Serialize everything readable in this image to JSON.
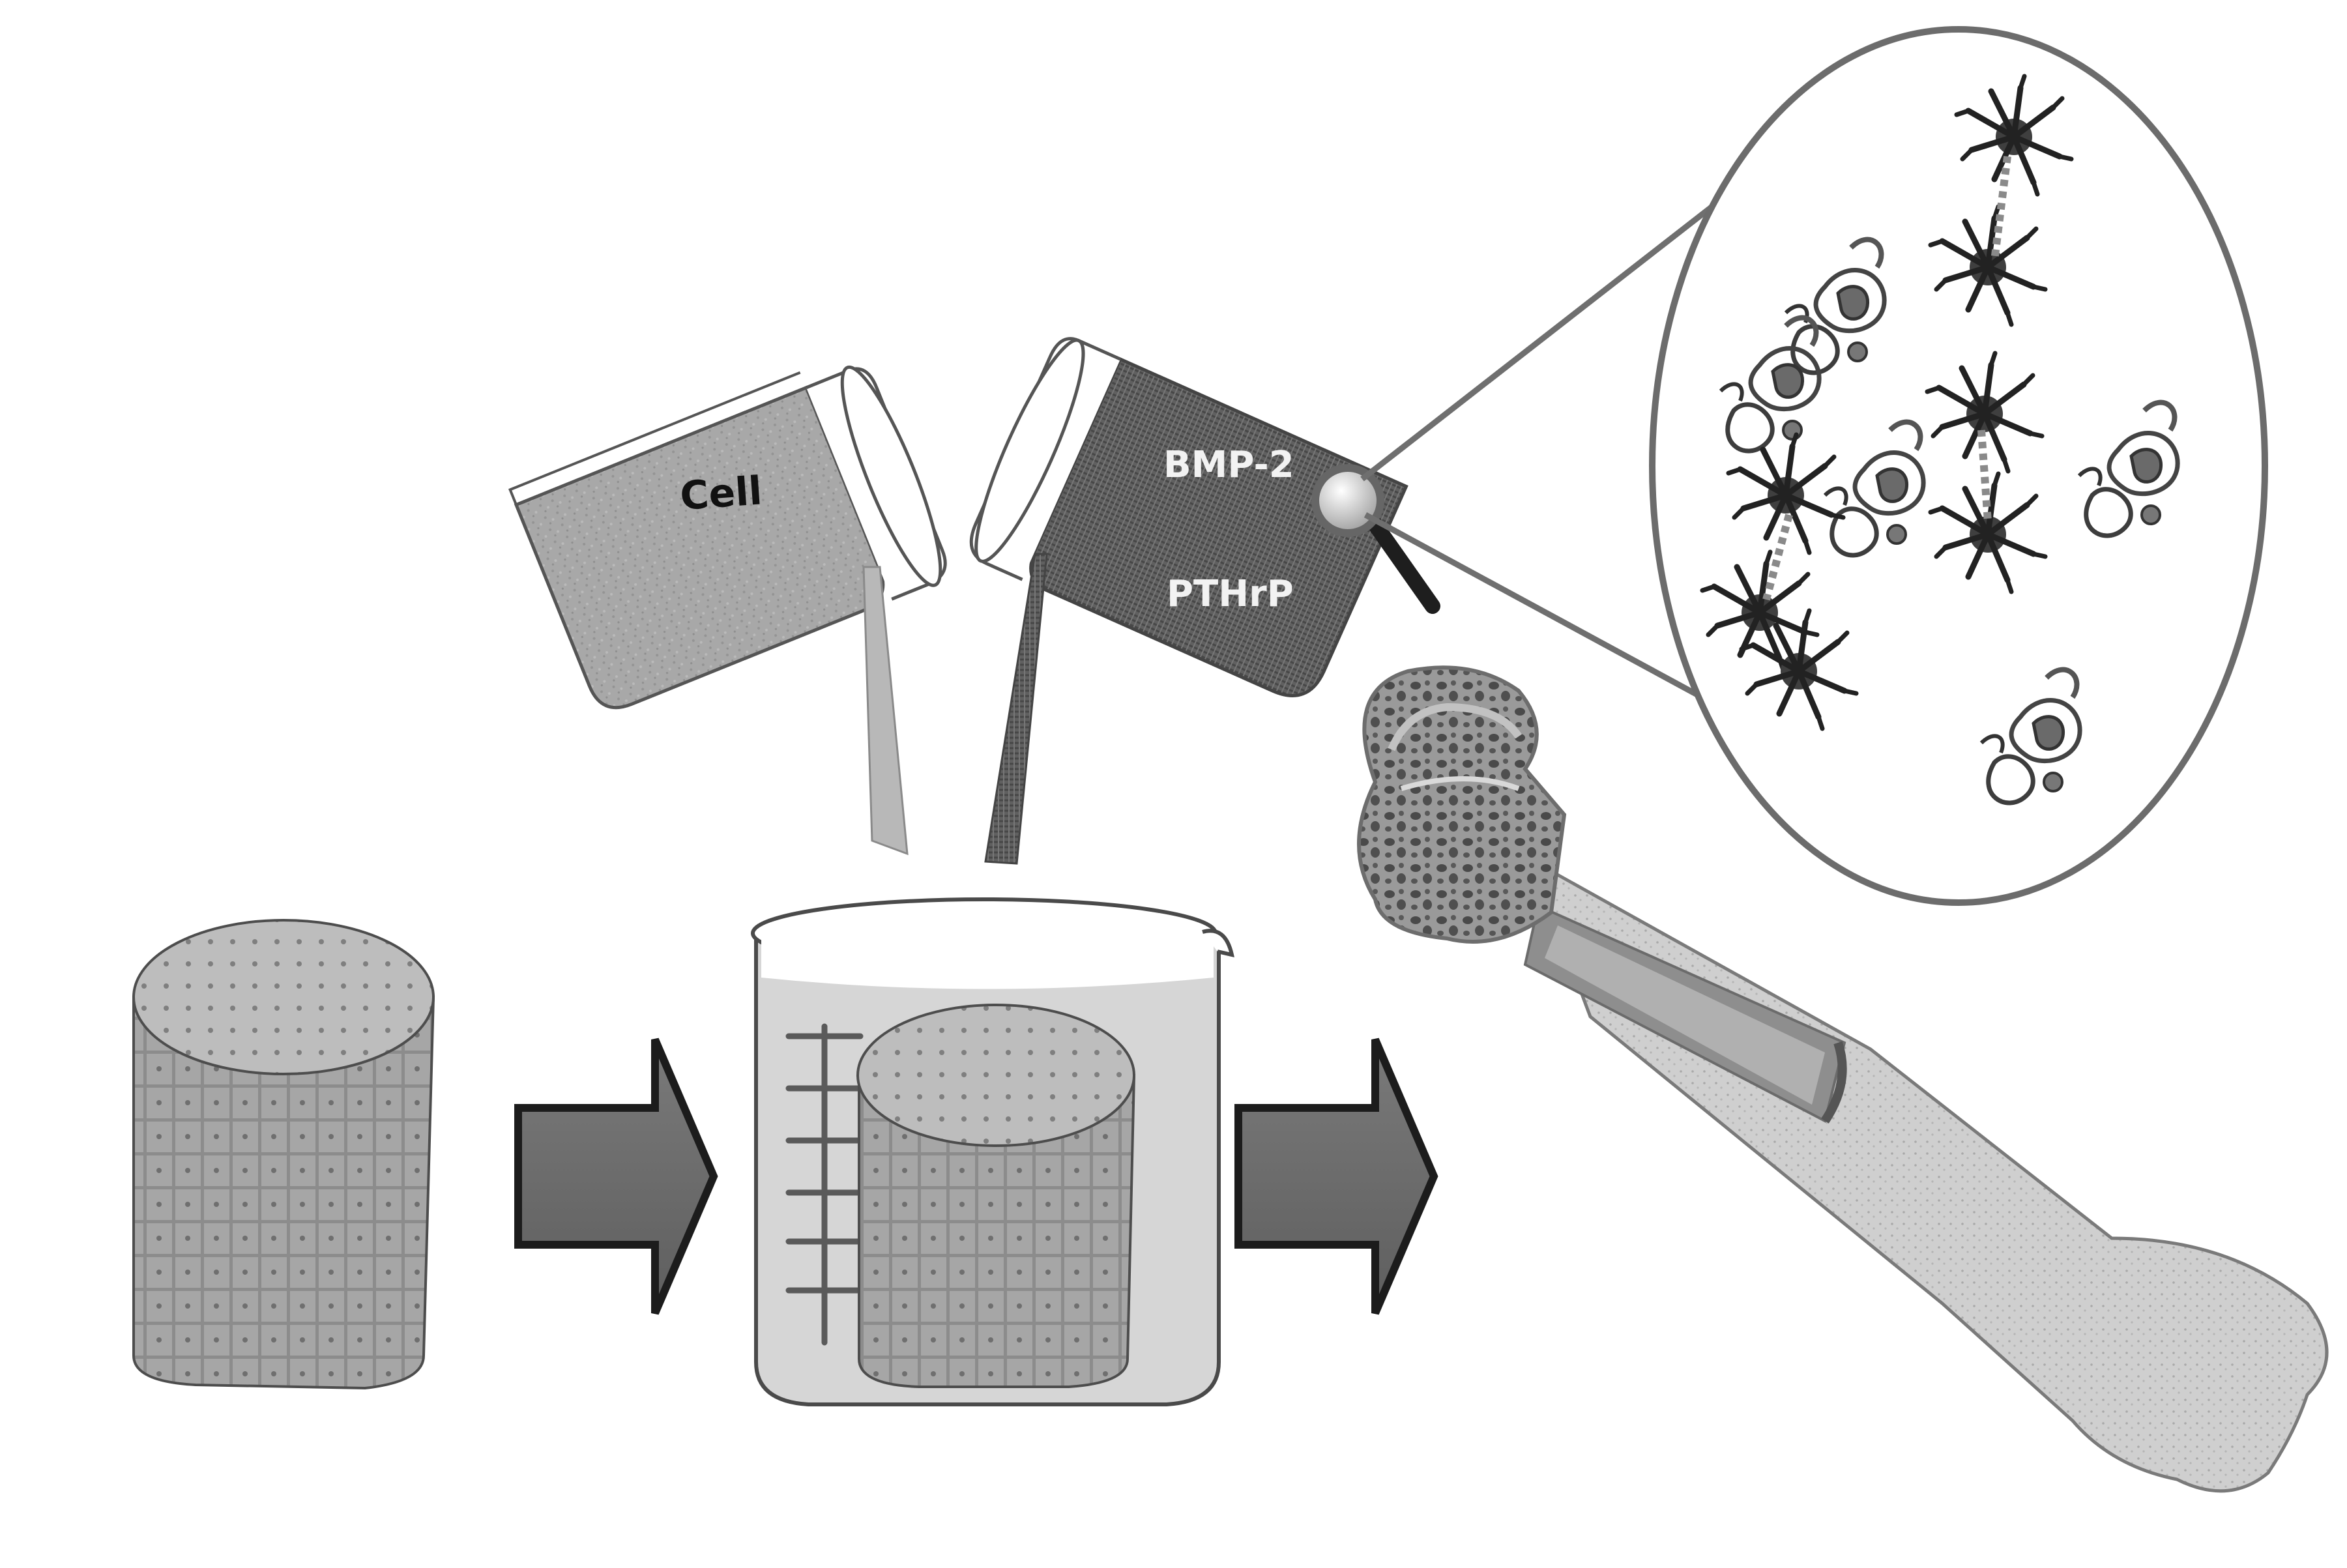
{
  "labels": {
    "cell": "Cell",
    "bmp2": "BMP-2",
    "pthrp": "PTHrP"
  },
  "colors": {
    "background": "#ffffff",
    "outline": "#444444",
    "cell_fill": "#a9a9a9",
    "growth_factor_fill": "#5c5c5c",
    "arrow_fill": "#6e6e6e",
    "scaffold_fill": "#bcbcbc",
    "bone_fill": "#c8c8c8"
  },
  "icons": [
    "cell-beaker-icon",
    "growth-factor-beaker-icon",
    "magnifier-icon",
    "arrow-right-icon",
    "scaffold-icon",
    "bone-icon",
    "protein-cluster-icon"
  ]
}
